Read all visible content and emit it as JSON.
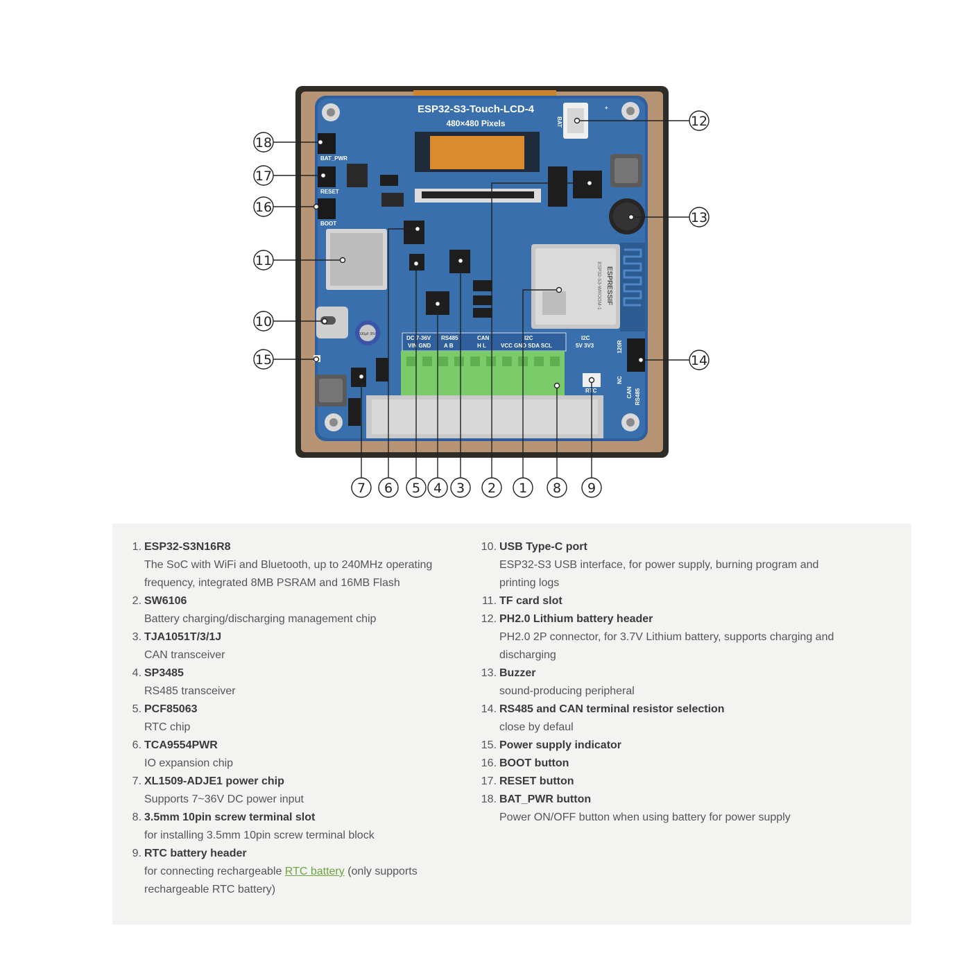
{
  "board": {
    "title": "ESP32-S3-Touch-LCD-4",
    "subtitle": "480×480 Pixels",
    "labels": {
      "bat": "BAT",
      "plus": "+",
      "bat_pwr": "BAT_PWR",
      "reset": "RESET",
      "boot": "BOOT",
      "dc": "DC 7-36V",
      "vin_gnd": "VIN GND",
      "rs485": "RS485",
      "rs485_pins": "A B",
      "can": "CAN",
      "can_pins": "H L",
      "i2c_a": "I2C",
      "i2c_a_pins": "VCC GND SDA SCL",
      "i2c_b": "I2C",
      "i2c_b_pins": "5V 3V3",
      "rtc": "RTC",
      "r120": "120R",
      "nc": "NC",
      "can_side": "CAN",
      "rs485_side": "RS485",
      "module": "ESPRESSIF",
      "module_model": "ESP32-S3-WROOM-1",
      "cap": "330μF 35V"
    }
  },
  "callouts": [
    "1",
    "2",
    "3",
    "4",
    "5",
    "6",
    "7",
    "8",
    "9",
    "10",
    "11",
    "12",
    "13",
    "14",
    "15",
    "16",
    "17",
    "18"
  ],
  "items_left": [
    {
      "n": "1.",
      "title": "ESP32-S3N16R8",
      "desc": "The SoC with WiFi and Bluetooth, up to 240MHz operating frequency, integrated 8MB PSRAM and 16MB Flash"
    },
    {
      "n": "2.",
      "title": "SW6106",
      "desc": "Battery charging/discharging management chip"
    },
    {
      "n": "3.",
      "title": "TJA1051T/3/1J",
      "desc": "CAN transceiver"
    },
    {
      "n": "4.",
      "title": "SP3485",
      "desc": "RS485 transceiver"
    },
    {
      "n": "5.",
      "title": "PCF85063",
      "desc": "RTC chip"
    },
    {
      "n": "6.",
      "title": "TCA9554PWR",
      "desc": "IO expansion chip"
    },
    {
      "n": "7.",
      "title": "XL1509-ADJE1 power chip",
      "desc": "Supports 7~36V DC power input"
    },
    {
      "n": "8.",
      "title": "3.5mm 10pin screw terminal slot",
      "desc": "for installing 3.5mm 10pin screw terminal block"
    },
    {
      "n": "9.",
      "title": "RTC battery header",
      "desc_pre": "for connecting rechargeable ",
      "desc_link": "RTC battery",
      "desc_post": " (only supports rechargeable RTC battery)"
    }
  ],
  "items_right": [
    {
      "n": "10.",
      "title": "USB Type-C port",
      "desc": "ESP32-S3 USB interface, for power supply, burning program and printing logs"
    },
    {
      "n": "11.",
      "title": "TF card slot",
      "desc": ""
    },
    {
      "n": "12.",
      "title": "PH2.0 Lithium battery header",
      "desc": "PH2.0 2P connector, for 3.7V Lithium battery, supports charging and discharging"
    },
    {
      "n": "13.",
      "title": "Buzzer",
      "desc": "sound-producing peripheral"
    },
    {
      "n": "14.",
      "title": "RS485 and CAN terminal resistor selection",
      "desc": "close by defaul"
    },
    {
      "n": "15.",
      "title": "Power supply indicator",
      "desc": ""
    },
    {
      "n": "16.",
      "title": "BOOT button",
      "desc": ""
    },
    {
      "n": "17.",
      "title": "RESET button",
      "desc": ""
    },
    {
      "n": "18.",
      "title": "BAT_PWR button",
      "desc": "Power ON/OFF button when using battery for power supply"
    }
  ]
}
